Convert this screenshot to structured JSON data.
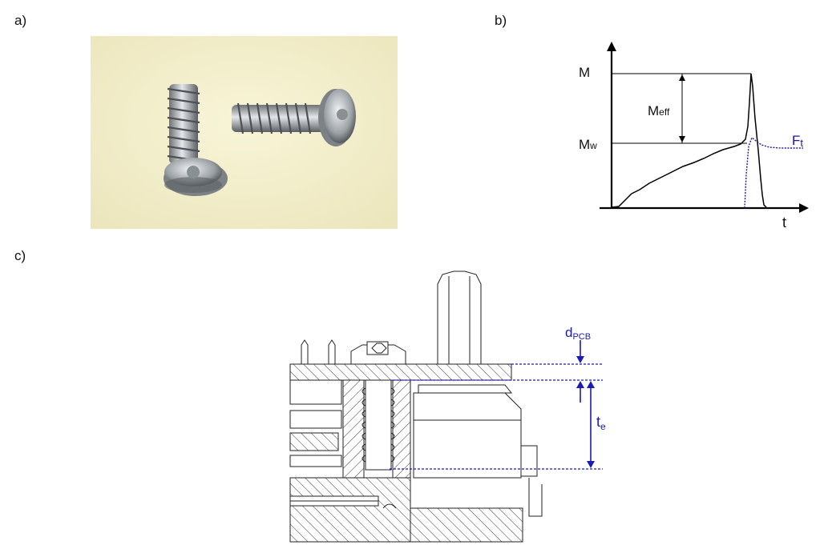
{
  "panels": {
    "a": {
      "label": "a)"
    },
    "b": {
      "label": "b)",
      "y_label_M": "M",
      "y_label_Mw": "M",
      "y_label_Mw_sub": "w",
      "meff_label": "M",
      "meff_sub": "eff",
      "ft_label": "F",
      "ft_sub": "t",
      "x_label": "t",
      "colors": {
        "torque": "#000000",
        "force": "#1a1aa0"
      }
    },
    "c": {
      "label": "c)",
      "dpcb_label": "d",
      "dpcb_sub": "PCB",
      "te_label": "t",
      "te_sub": "e",
      "colors": {
        "dimension": "#1a1ab4",
        "drawing": "#222222"
      }
    }
  }
}
